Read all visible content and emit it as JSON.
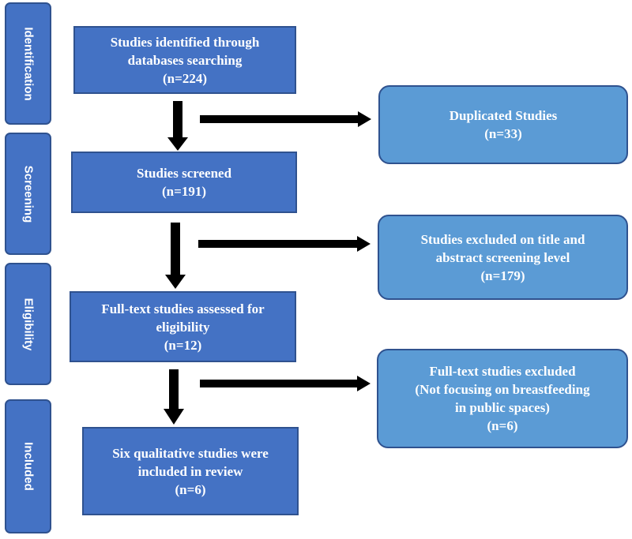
{
  "stages": [
    "Identification",
    "Screening",
    "Eligibility",
    "Included"
  ],
  "main_boxes": [
    {
      "lines": [
        "Studies identified through",
        "databases searching",
        "(n=224)"
      ]
    },
    {
      "lines": [
        "Studies screened",
        "(n=191)"
      ]
    },
    {
      "lines": [
        "Full-text studies assessed for",
        "eligibility",
        "(n=12)"
      ]
    },
    {
      "lines": [
        "Six qualitative studies were",
        "included in review",
        "(n=6)"
      ]
    }
  ],
  "side_boxes": [
    {
      "lines": [
        "Duplicated Studies",
        "(n=33)"
      ]
    },
    {
      "lines": [
        "Studies excluded on title and",
        "abstract screening level",
        "(n=179)"
      ]
    },
    {
      "lines": [
        "Full-text studies excluded",
        "(Not focusing on breastfeeding",
        "in public spaces)",
        "(n=6)"
      ]
    }
  ],
  "colors": {
    "stage_fill": "#4472c4",
    "main_fill": "#4472c4",
    "side_fill": "#5b9bd5",
    "border": "#2f528f",
    "arrow": "#000000",
    "text": "#ffffff"
  }
}
